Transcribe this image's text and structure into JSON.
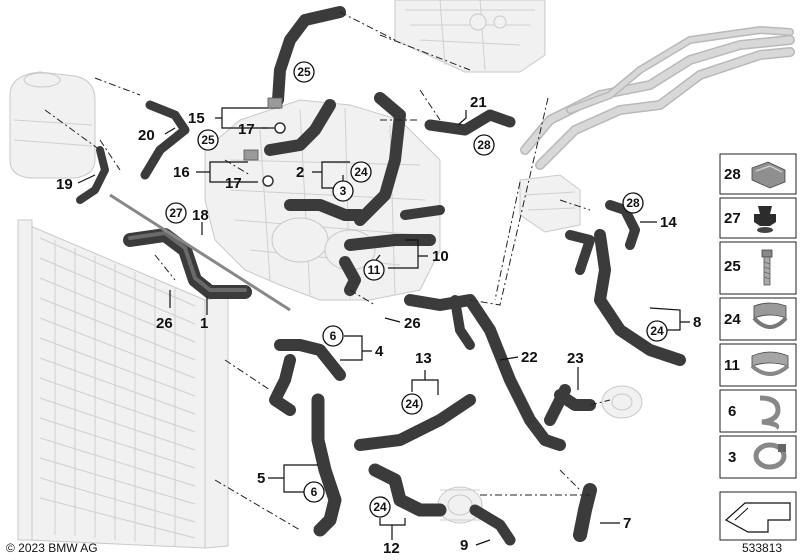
{
  "callouts": {
    "c1": "1",
    "c2": "2",
    "c3": "3",
    "c4": "4",
    "c5": "5",
    "c6a": "6",
    "c6b": "6",
    "c7": "7",
    "c8": "8",
    "c9": "9",
    "c10": "10",
    "c11": "11",
    "c12": "12",
    "c13": "13",
    "c14": "14",
    "c15": "15",
    "c16": "16",
    "c17a": "17",
    "c17b": "17",
    "c18": "18",
    "c19": "19",
    "c20": "20",
    "c21": "21",
    "c22": "22",
    "c23": "23",
    "c24a": "24",
    "c24b": "24",
    "c24c": "24",
    "c24d": "24",
    "c25a": "25",
    "c25b": "25",
    "c26a": "26",
    "c26b": "26",
    "c27": "27",
    "c28a": "28",
    "c28b": "28"
  },
  "legend": [
    "28",
    "27",
    "25",
    "24",
    "11",
    "6",
    "3"
  ],
  "copyright": "© 2023 BMW AG",
  "diagram_id": "533813"
}
